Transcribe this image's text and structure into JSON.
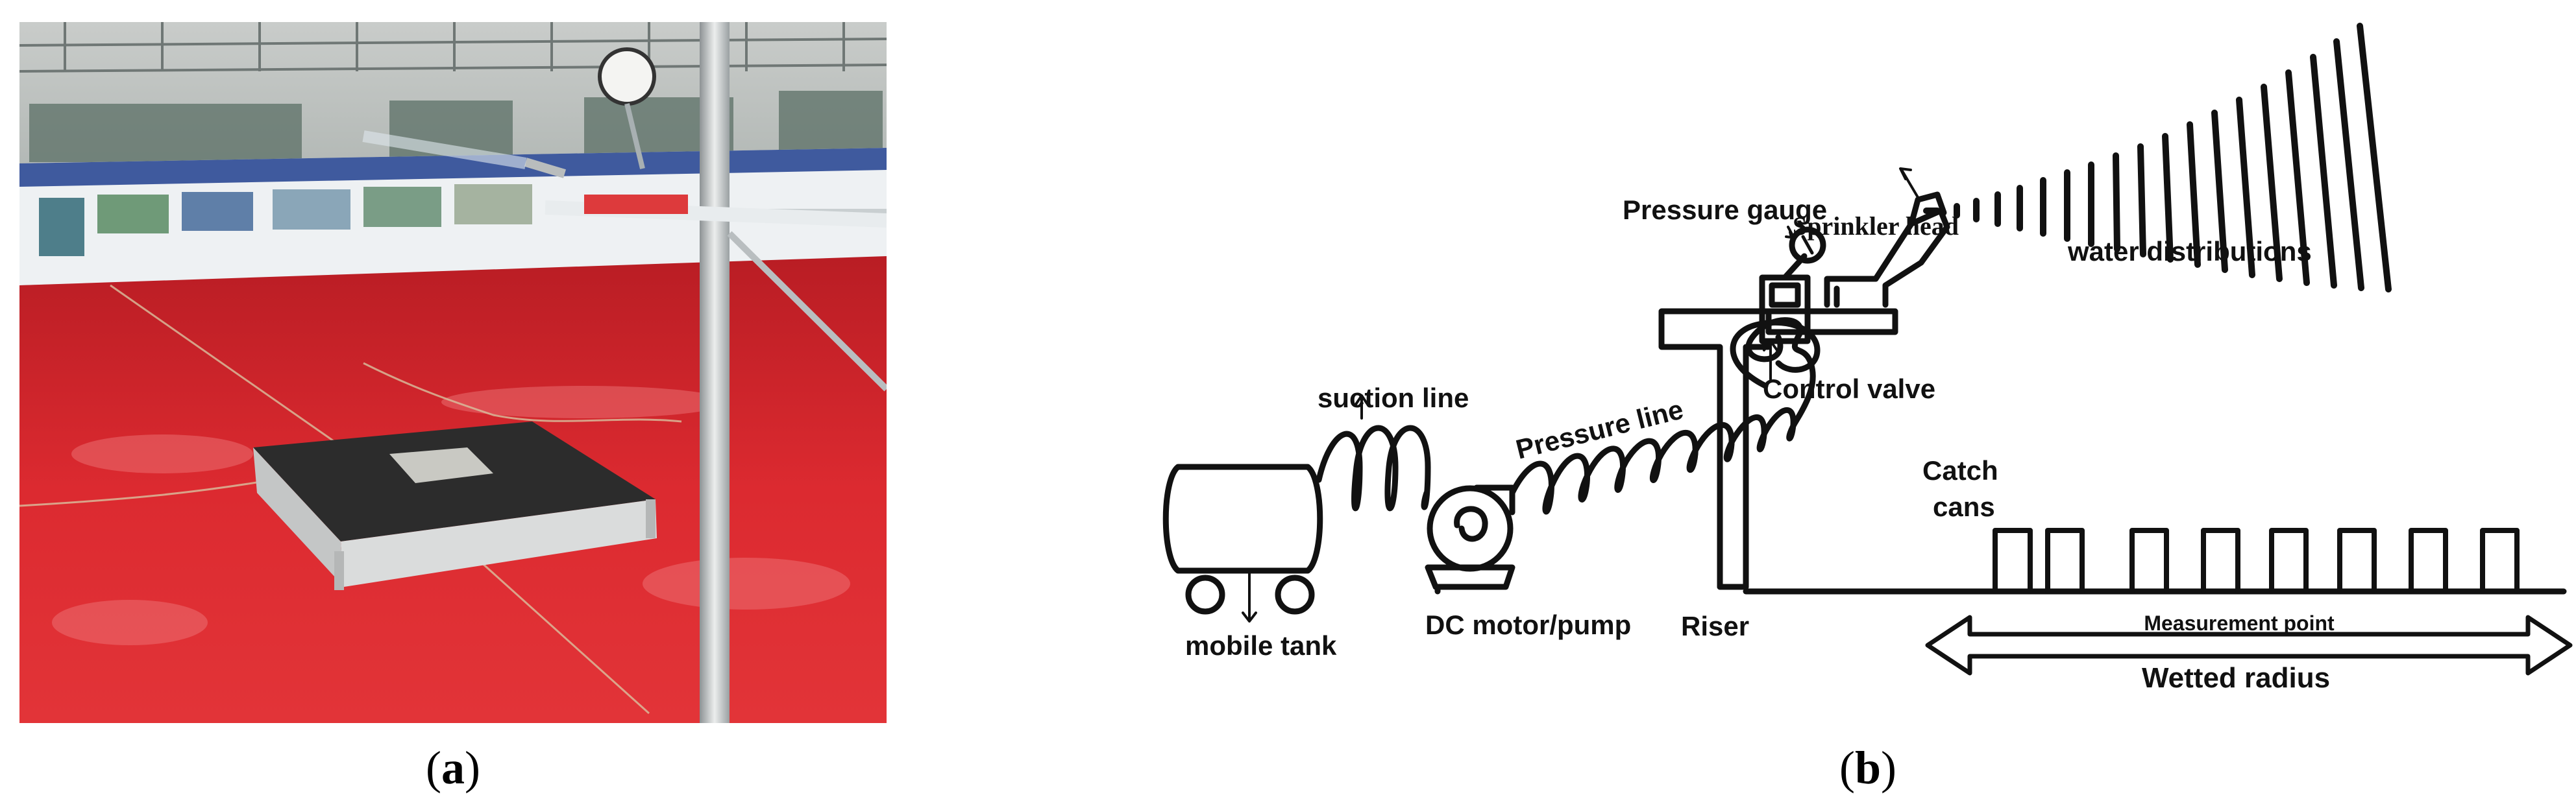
{
  "panel_a": {
    "caption_open": "(",
    "caption_letter": "a",
    "caption_close": ")"
  },
  "panel_b": {
    "caption_open": "(",
    "caption_letter": "b",
    "caption_close": ")",
    "labels": {
      "sprinkler_head": "Sprinkler head",
      "pressure_gauge": "Pressure gauge",
      "water_distributions": "water distributions",
      "suction_line": "suction line",
      "pressure_line": "Pressure line",
      "control_valve": "Control valve",
      "catch": "Catch",
      "cans": "cans",
      "mobile_tank": "mobile tank",
      "dc_motor_pump": "DC motor/pump",
      "riser": "Riser",
      "measurement_point": "Measurement point",
      "wetted_radius": "Wetted radius"
    }
  },
  "colors": {
    "floor_red": "#d8262c",
    "banner_blue": "#3f5a9e",
    "line_black": "#111111"
  }
}
